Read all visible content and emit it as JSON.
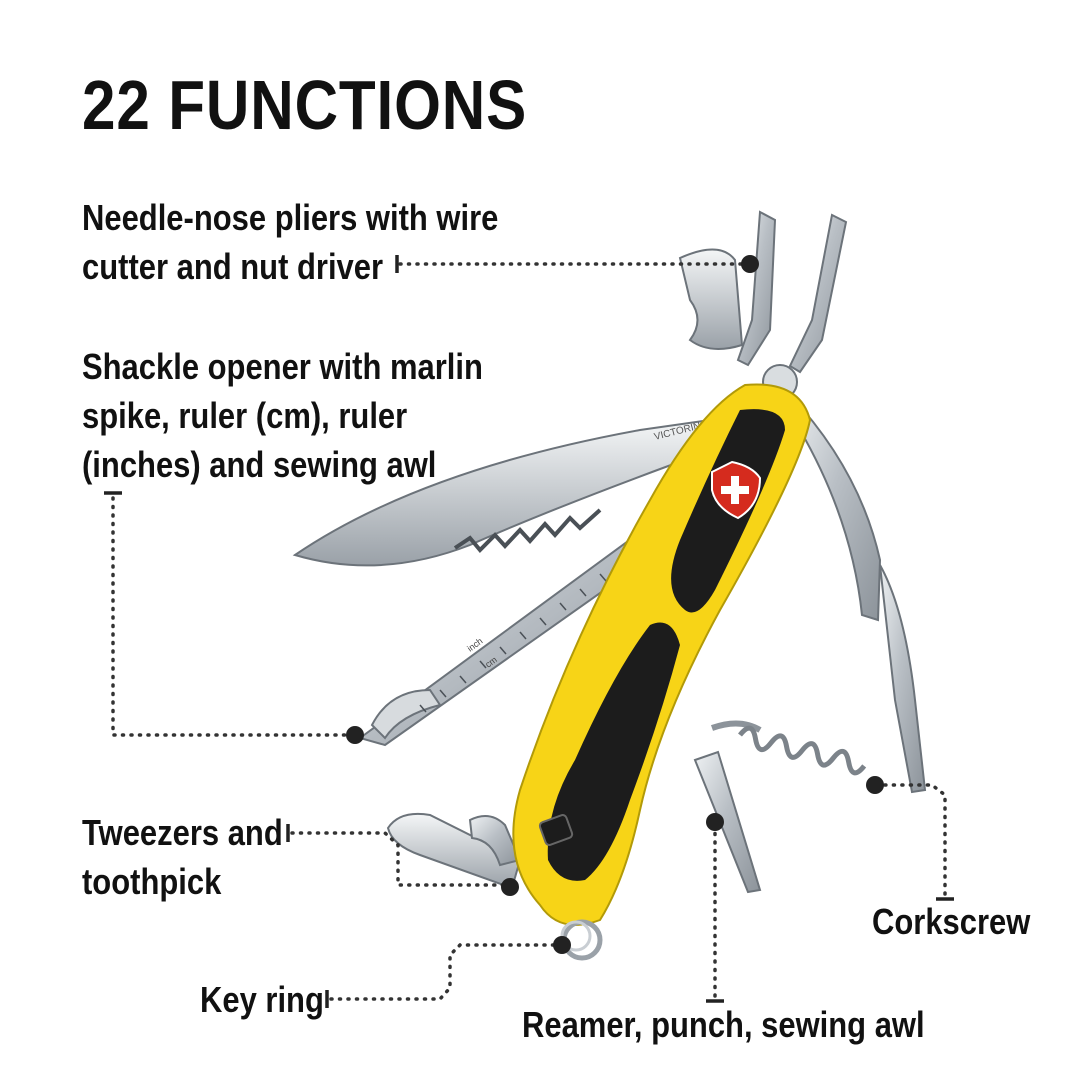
{
  "heading": "22 FUNCTIONS",
  "labels": {
    "pliers": [
      "Needle-nose pliers with wire",
      "cutter and nut driver"
    ],
    "shackle": [
      "Shackle opener with marlin",
      "spike, ruler (cm), ruler",
      "(inches) and sewing awl"
    ],
    "tweezers": [
      "Tweezers and",
      "toothpick"
    ],
    "keyring": "Key ring",
    "reamer": "Reamer, punch, sewing awl",
    "corkscrew": "Corkscrew"
  },
  "product": {
    "brand_mark": "VICTORINOX",
    "ruler_marks": [
      "inch",
      "cm"
    ],
    "handle_color": "#f7d417",
    "grip_color": "#1c1c1c",
    "emblem_color": "#d52b1e",
    "steel_color": "#c9ced3",
    "icons": [
      "swiss-cross-emblem"
    ]
  }
}
